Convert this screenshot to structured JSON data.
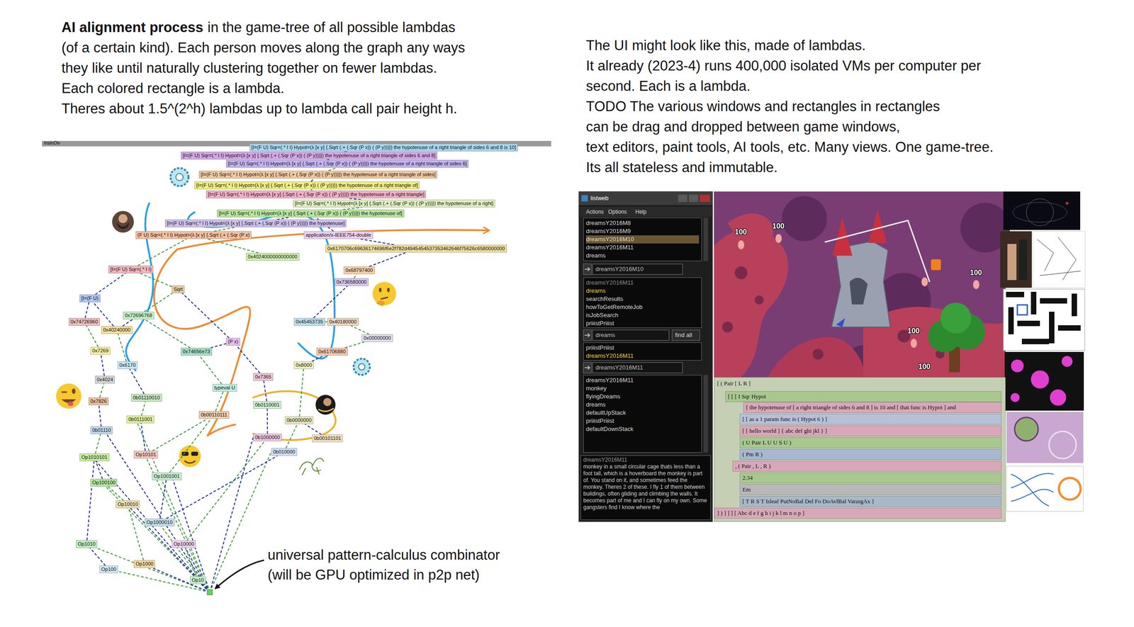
{
  "diagram": {
    "nodes": [
      {
        "text": [
          "[I=(F U) Sqr=(.* I I) Hypot=(λ [x y] {.Sqrt (.+ (.Sqr (P x)) ( (P y)))}) the hypotenuse of a right triangle of sides 6 and 8 is 10]"
        ]
      },
      {
        "text": [
          "[I=(F U) Sqr=(.* I I) Hypot=(λ [x y] {.Sqrt (.+ (.Sqr (P x)) ( (P y)))}) the hypotenuse of a right triangle of sides 6 and 8]"
        ]
      },
      {
        "text": [
          "[I=(F U) Sqr=(.* I I) Hypot=(λ [x y] {.Sqrt (.+ (.Sqr (P x)) ( (P y)))}) the hypotenuse of a right triangle of sides 6]"
        ]
      },
      {
        "text": [
          "[I=(F U) Sqr=(.* I I) Hypot=(λ [x y] {.Sqrt (.+ (.Sqr (P x)) ( (P y)))}) the hypotenuse of a right triangle of sides]"
        ]
      },
      {
        "text": [
          "[I=(F U) Sqr=(.* I I) Hypot=(λ [x y] {.Sqrt (.+ (.Sqr (P x)) ( (P y)))}) the hypotenuse of a right triangle of]"
        ]
      },
      {
        "text": [
          "[I=(F U) Sqr=(.* I I) Hypot=(λ [x y] {.Sqrt (.+ (.Sqr (P x)) ( (P y)))}) the hypotenuse of a right triangle]"
        ]
      },
      {
        "text": [
          "[I=(F U) Sqr=(.* I I) Hypot=(λ [x y] {.Sqrt (.+ (.Sqr (P x)) ( (P y)))}) the hypotenuse of a right]"
        ]
      },
      {
        "text": [
          "[I=(F U) Sqr=(.* I I) Hypot=(λ [x y] {.Sqrt (.+ (.Sqr (P x)) ( (P y)))}) the hypotenuse of]"
        ]
      },
      {
        "text": [
          "[I=(F U) Sqr=(.* I I) Hypot=(λ [x y] {.Sqrt (.+ (.Sqr (P x)) ( (P y)))}) the hypotenuse]"
        ]
      },
      {
        "text": [
          "(F U) Sqr=(.* I I) Hypot=(λ [x y] {.Sqrt (.+ (.Sqr (P x)"
        ]
      },
      {
        "text": [
          "application/x-IEEE754-double"
        ]
      },
      {
        "text": [
          "0x4024000000000000"
        ]
      },
      {
        "text": [
          "0x6170706c69636174696f6e2f782d4945454537353462646f75626c6580000000"
        ]
      },
      {
        "text": [
          "[I=(F U) Sqr=(.* I I)"
        ]
      },
      {
        "text": [
          "0x68797400"
        ]
      },
      {
        "text": [
          "0x736580000"
        ]
      },
      {
        "text": [
          "[I=(F U)"
        ]
      },
      {
        "text": [
          "Sqrt"
        ]
      },
      {
        "text": [
          "0x74726960"
        ]
      },
      {
        "text": [
          "0x72696768"
        ]
      },
      {
        "text": [
          "0x40240000"
        ]
      },
      {
        "text": [
          "0x7269"
        ]
      },
      {
        "text": [
          "0x45453735"
        ]
      },
      {
        "text": [
          "0x40180000"
        ]
      },
      {
        "text": [
          "(P x)"
        ]
      },
      {
        "text": [
          "0x6170"
        ]
      },
      {
        "text": [
          "0x74656e73"
        ]
      },
      {
        "text": [
          "0x00000000"
        ]
      },
      {
        "text": [
          "0x7365"
        ]
      },
      {
        "text": [
          "typeval U"
        ]
      },
      {
        "text": [
          "0x4024"
        ]
      },
      {
        "text": [
          "0x61706880"
        ]
      },
      {
        "text": [
          "0x8000"
        ]
      },
      {
        "text": [
          "0x7826"
        ]
      },
      {
        "text": [
          "0b01110010"
        ]
      },
      {
        "text": [
          "0b0111001"
        ]
      },
      {
        "text": [
          "0b01110"
        ]
      },
      {
        "text": [
          "0b00110111"
        ]
      },
      {
        "text": [
          "0b0110001"
        ]
      },
      {
        "text": [
          "0b0000000"
        ]
      },
      {
        "text": [
          "0b1000000"
        ]
      },
      {
        "text": [
          "0b010000"
        ]
      },
      {
        "text": [
          "0b00101101"
        ]
      },
      {
        "text": [
          "Op1010101"
        ]
      },
      {
        "text": [
          "Op10101"
        ]
      },
      {
        "text": [
          "Op1001001"
        ]
      },
      {
        "text": [
          "Op100100"
        ]
      },
      {
        "text": [
          "Op10010"
        ]
      },
      {
        "text": [
          "Op1000010"
        ]
      },
      {
        "text": [
          "Op10000"
        ]
      },
      {
        "text": [
          "Op1010"
        ]
      },
      {
        "text": [
          "Op1000"
        ]
      },
      {
        "text": [
          "Op100"
        ]
      },
      {
        "text": [
          "Op10"
        ]
      },
      {
        "text": [
          "listweb"
        ]
      },
      {
        "text": [
          "dreamsY2016M8",
          "dreamsY2016M9",
          "dreamsY2016M10",
          "dreamsY2016M11",
          "dreams"
        ],
        "in": 54
      },
      {
        "text": [
          "dreamsY2016M10"
        ],
        "in": 54
      },
      {
        "text": [
          "dreamsY2016M11",
          "dreams",
          "searchResults",
          "howToGetRemoteJob",
          "isJobSearch",
          "priiistPriiist"
        ],
        "in": 54
      },
      {
        "text": [
          "dreams"
        ],
        "in": 54
      },
      {
        "text": [
          "find all"
        ],
        "in": 54
      },
      {
        "text": [
          "priiistPriiist",
          "dreamsY2016M11"
        ],
        "in": 54
      },
      {
        "text": [
          "dreamsY2016M11"
        ],
        "in": 54
      },
      {
        "text": [
          "dreamsY2016M11",
          "monkey",
          "flyingDreams",
          "dreams",
          "defaultUpStack",
          "priiistPriiist",
          "defaultDownStack"
        ],
        "in": 54
      },
      {
        "text": [
          "dreamsY2016M11",
          "monkey in a small circular cage thats less than a foot tall, which is a hoverboard the monkey is part of. You stand on it, and sometimes feed the monkey. Theres 2 of these. I fly 1 of them between buildings, often gliding and climbing the walls. It becomes part of me and I can fly on my own. Some gangsters find I know where the"
        ],
        "in": 54
      },
      {
        "text": [
          "[ ( Pair [ L R ]"
        ]
      },
      {
        "text": [
          "[ [ [ I Sqr Hypot"
        ],
        "in": 64
      },
      {
        "text": [
          "[ the hypotenuse of [ a right triangle of sides 6 and 8 ] is 10 and [ that func is Hypot ] and"
        ],
        "in": 64
      },
      {
        "text": [
          "[ [ as a 1 param func is ( Hypot 6 ) ]"
        ],
        "in": 64
      },
      {
        "text": [
          "[ [ hello world ] { abc def ghi jkl } ]"
        ],
        "in": 64
      },
      {
        "text": [
          "( U Pair L U U S U )"
        ],
        "in": 64
      },
      {
        "text": [
          "( Pm R )"
        ],
        "in": 64
      },
      {
        "text": [
          ", ( Pair , L , R )"
        ],
        "in": 64
      },
      {
        "text": [
          "2.34"
        ],
        "in": 64
      },
      {
        "text": [
          "Em"
        ],
        "in": 64
      },
      {
        "text": [
          "[ T R S T Isleaf PutNoBal Del Fo DoAvlBal VarargAx ]"
        ],
        "in": 64
      },
      {
        "text": [
          "] ) ] ] ] [ Abc d e f g h i j k l m n o p ]"
        ],
        "in": 64
      }
    ],
    "edges": [
      {
        "from": 1,
        "to": 0,
        "arrow": "none"
      },
      {
        "from": 2,
        "to": 1,
        "arrow": "none"
      },
      {
        "from": 3,
        "to": 2,
        "arrow": "none"
      },
      {
        "from": 4,
        "to": 3,
        "arrow": "none"
      },
      {
        "from": 5,
        "to": 4,
        "arrow": "none"
      },
      {
        "from": 6,
        "to": 5,
        "arrow": "none"
      },
      {
        "from": 7,
        "to": 6,
        "arrow": "none"
      },
      {
        "from": 8,
        "to": 7,
        "arrow": "none"
      },
      {
        "from": 9,
        "to": 8,
        "arrow": "none"
      },
      {
        "from": 10,
        "to": 7,
        "arrow": "none"
      },
      {
        "from": 11,
        "to": 9,
        "arrow": "none"
      },
      {
        "from": 12,
        "to": 10,
        "arrow": "none"
      },
      {
        "from": 13,
        "to": 9,
        "arrow": "none"
      },
      {
        "from": 14,
        "to": 12,
        "arrow": "none"
      },
      {
        "from": 15,
        "to": 14,
        "arrow": "none"
      },
      {
        "from": 16,
        "to": 13,
        "arrow": "none"
      },
      {
        "from": 17,
        "to": 13,
        "arrow": "none"
      },
      {
        "from": 18,
        "to": 16,
        "arrow": "none"
      },
      {
        "from": 19,
        "to": 17,
        "arrow": "none"
      },
      {
        "from": 20,
        "to": 19,
        "arrow": "none"
      },
      {
        "from": 21,
        "to": 18,
        "arrow": "none"
      },
      {
        "from": 22,
        "to": 15,
        "arrow": "none"
      },
      {
        "from": 23,
        "to": 22,
        "arrow": "none"
      },
      {
        "from": 24,
        "to": 17,
        "arrow": "none"
      },
      {
        "from": 25,
        "to": 20,
        "arrow": "none"
      },
      {
        "from": 26,
        "to": 24,
        "arrow": "none"
      },
      {
        "from": 27,
        "to": 23,
        "arrow": "none"
      },
      {
        "from": 28,
        "to": 24,
        "arrow": "none"
      },
      {
        "from": 29,
        "to": 26,
        "arrow": "none"
      },
      {
        "from": 30,
        "to": 21,
        "arrow": "none"
      },
      {
        "from": 31,
        "to": 27,
        "arrow": "none"
      },
      {
        "from": 32,
        "to": 31,
        "arrow": "none"
      },
      {
        "from": 33,
        "to": 30,
        "arrow": "none"
      },
      {
        "from": 34,
        "to": 25,
        "arrow": "none"
      },
      {
        "from": 35,
        "to": 34,
        "arrow": "none"
      },
      {
        "from": 36,
        "to": 33,
        "arrow": "none"
      },
      {
        "from": 37,
        "to": 29,
        "arrow": "none"
      },
      {
        "from": 38,
        "to": 28,
        "arrow": "none"
      },
      {
        "from": 39,
        "to": 32,
        "arrow": "none"
      },
      {
        "from": 40,
        "to": 38,
        "arrow": "none"
      },
      {
        "from": 41,
        "to": 39,
        "arrow": "none"
      },
      {
        "from": 42,
        "to": 39,
        "arrow": "none"
      },
      {
        "from": 43,
        "to": 36,
        "arrow": "none"
      },
      {
        "from": 44,
        "to": 35,
        "arrow": "none"
      },
      {
        "from": 45,
        "to": 37,
        "arrow": "none"
      },
      {
        "from": 46,
        "to": 43,
        "arrow": "none"
      },
      {
        "from": 47,
        "to": 46,
        "arrow": "none"
      },
      {
        "from": 48,
        "to": 45,
        "arrow": "none"
      },
      {
        "from": 49,
        "to": 40,
        "arrow": "none"
      },
      {
        "from": 50,
        "to": 43,
        "arrow": "none"
      },
      {
        "from": 51,
        "to": 47,
        "arrow": "none"
      },
      {
        "from": 52,
        "to": 50,
        "arrow": "none"
      },
      {
        "from": 53,
        "to": 49,
        "arrow": "none"
      },
      {
        "from": 48,
        "to": 41,
        "arrow": "none"
      },
      {
        "from": 44,
        "to": 37,
        "arrow": "none"
      },
      {
        "from": 20,
        "to": 16,
        "arrow": "none"
      },
      {
        "from": 26,
        "to": 19,
        "arrow": "none"
      }
    ],
    "labels": [
      "AI alignment process",
      "in the game-tree of all possible lambdas",
      "(of a certain kind). Each person moves along the graph any ways",
      "they like until naturally clustering together on fewer lambdas.",
      "Each colored rectangle is a lambda.",
      "Theres about 1.5^(2^h) lambdas up to lambda call pair height h.",
      "The UI might look like this, made of lambdas.",
      "It already (2023-4) runs 400,000 isolated VMs per computer per",
      "second. Each is a lambda.",
      "TODO The various windows and rectangles in rectangles",
      "can be drag and dropped between game windows,",
      "text editors, paint tools, AI tools, etc. Many views. One game-tree.",
      "Its all stateless and immutable.",
      "universal pattern-calculus combinator",
      "(will be GPU optimized in p2p net)",
      "mainDiv",
      "Actions",
      "Options",
      "Help",
      "100",
      "100",
      "100",
      "100",
      "100"
    ]
  }
}
